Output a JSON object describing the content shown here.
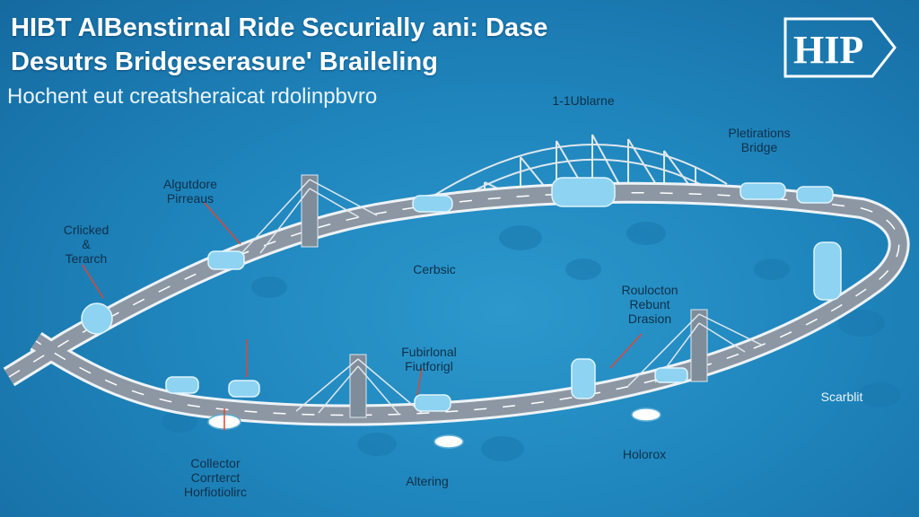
{
  "header": {
    "title_line1": "HIBT AIBenstirnal Ride Securially ani: Dase",
    "title_line2": "Desutrs Bridgeserasure' Braileling",
    "subtitle": "Hochent eut creatsheraicat rdolinpbvro"
  },
  "logo": {
    "text": "HIP"
  },
  "labels": {
    "top_center": "1-1Ublarne",
    "bridge_right": "Pletirations\nBridge",
    "left_upper": "Algutdore\nPirreaus",
    "left_search": "Crlicked\n&\nTerarch",
    "center": "Cerbsic",
    "right_center": "Roulocton\nRebunt\nDrasion",
    "bottom_center": "Fubirlonal\nFiutforigl",
    "right_lower": "Scarblit",
    "bottom_left": "Collector\nCorrterct\nHorfiotiolirc",
    "bottom_mid": "Altering",
    "bottom_right": "Holorox"
  },
  "colors": {
    "background": "#1f86bd",
    "road": "#8c97a3",
    "road_edge": "#eef3f7",
    "tower": "#7f8c99",
    "pod": "#8ed3f2"
  }
}
